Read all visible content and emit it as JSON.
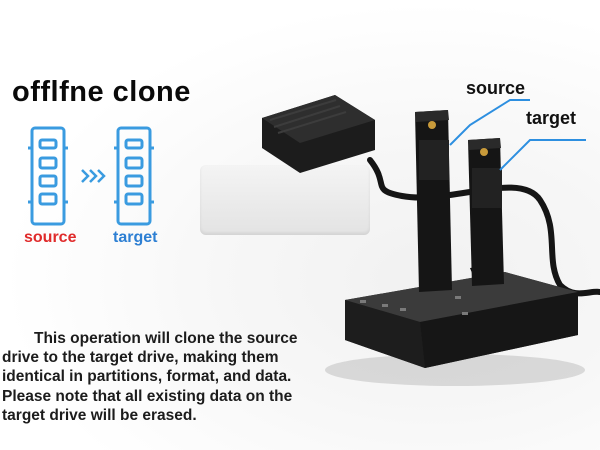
{
  "headline": "offlfne clone",
  "diagram": {
    "source_label": "source",
    "target_label": "target"
  },
  "callouts": {
    "source": "source",
    "target": "target"
  },
  "description": "This operation will clone the source drive to the target drive, making them identical in partitions, format, and data. Please note that all existing data on the target drive will be erased.",
  "colors": {
    "source_red": "#e02b2b",
    "target_blue": "#2d7fd3",
    "ssd_outline_blue": "#3a9be0",
    "arrow_blue": "#3a9be0",
    "callout_line": "#2d8fe0",
    "dock_body": "#232323"
  }
}
